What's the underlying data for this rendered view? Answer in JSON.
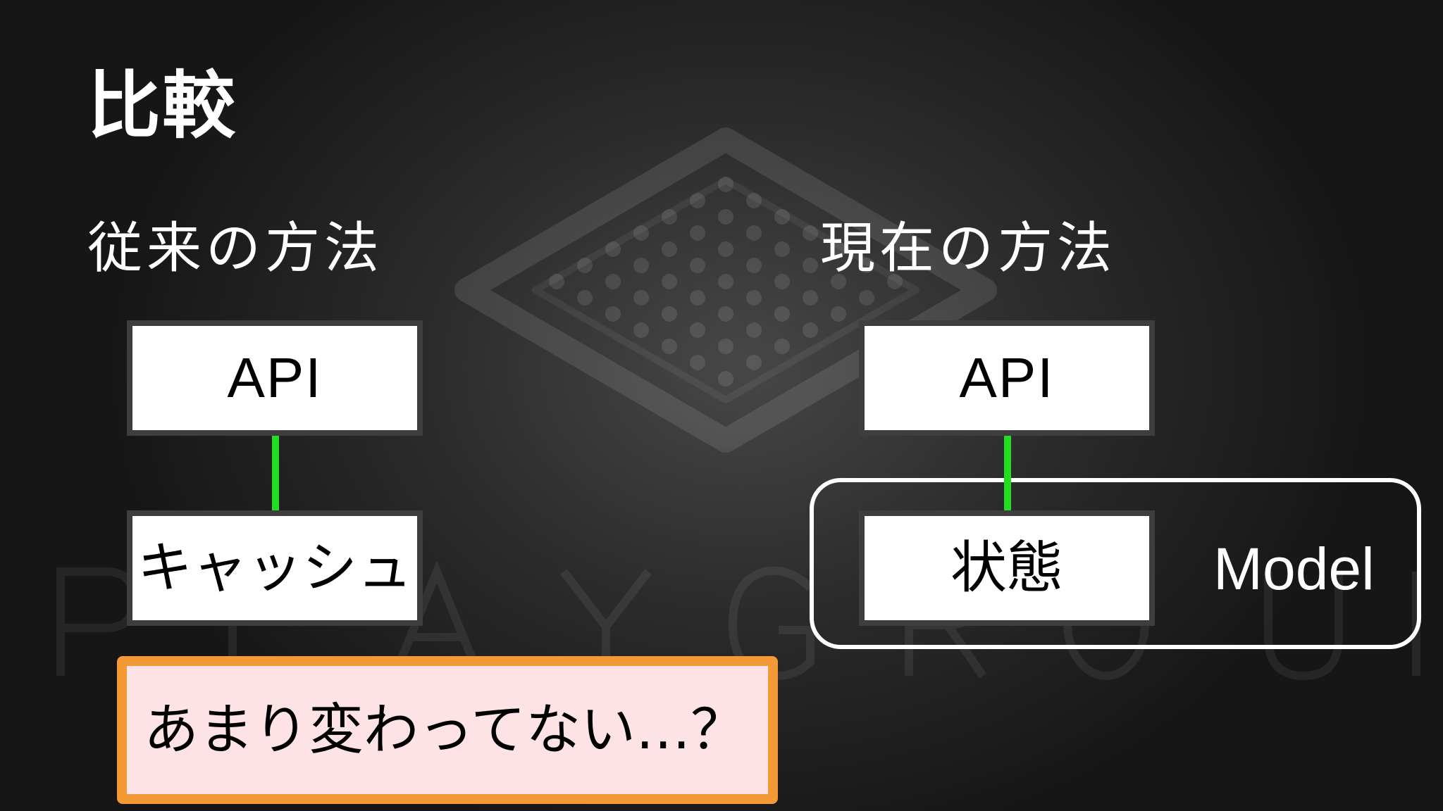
{
  "slide": {
    "title": "比較",
    "left_heading": "従来の方法",
    "right_heading": "現在の方法"
  },
  "left_diagram": {
    "top_box": "API",
    "bottom_box": "キャッシュ"
  },
  "right_diagram": {
    "top_box": "API",
    "bottom_box": "状態",
    "group_label": "Model"
  },
  "callout": {
    "text": "あまり変わってない…？"
  },
  "colors": {
    "connector": "#22dd22",
    "callout_border": "#f39a37",
    "callout_fill": "#fde2e6"
  },
  "icons": {
    "watermark": "playground-logo-icon"
  }
}
